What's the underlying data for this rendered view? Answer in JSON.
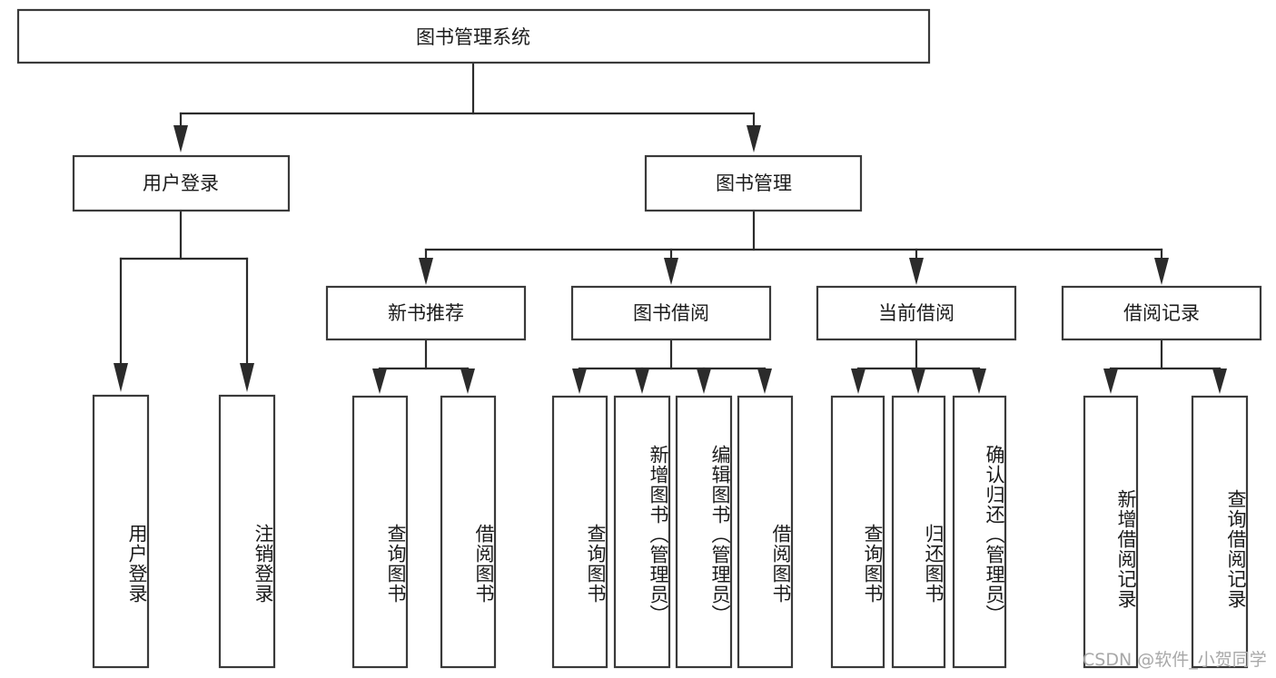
{
  "diagram": {
    "type": "tree",
    "title": "图书管理系统",
    "root": {
      "id": "root",
      "label": "图书管理系统"
    },
    "level2": [
      {
        "id": "user-login",
        "label": "用户登录"
      },
      {
        "id": "book-management",
        "label": "图书管理"
      }
    ],
    "level3": [
      {
        "id": "new-book-recommend",
        "label": "新书推荐",
        "parent": "book-management"
      },
      {
        "id": "book-borrow",
        "label": "图书借阅",
        "parent": "book-management"
      },
      {
        "id": "current-borrow",
        "label": "当前借阅",
        "parent": "book-management"
      },
      {
        "id": "borrow-record",
        "label": "借阅记录",
        "parent": "book-management"
      }
    ],
    "leaves": [
      {
        "id": "leaf-user-login",
        "label": "用户登录",
        "parent": "user-login"
      },
      {
        "id": "leaf-logout-login",
        "label": "注销登录",
        "parent": "user-login"
      },
      {
        "id": "leaf-query-book-1",
        "label": "查询图书",
        "parent": "new-book-recommend"
      },
      {
        "id": "leaf-borrow-book-1",
        "label": "借阅图书",
        "parent": "new-book-recommend"
      },
      {
        "id": "leaf-query-book-2",
        "label": "查询图书",
        "parent": "book-borrow"
      },
      {
        "id": "leaf-add-book",
        "label": "新增图书（管理员）",
        "parent": "book-borrow"
      },
      {
        "id": "leaf-edit-book",
        "label": "编辑图书（管理员）",
        "parent": "book-borrow"
      },
      {
        "id": "leaf-borrow-book-2",
        "label": "借阅图书",
        "parent": "book-borrow"
      },
      {
        "id": "leaf-query-book-3",
        "label": "查询图书",
        "parent": "current-borrow"
      },
      {
        "id": "leaf-return-book",
        "label": "归还图书",
        "parent": "current-borrow"
      },
      {
        "id": "leaf-confirm-return",
        "label": "确认归还（管理员）",
        "parent": "current-borrow"
      },
      {
        "id": "leaf-add-record",
        "label": "新增借阅记录",
        "parent": "borrow-record"
      },
      {
        "id": "leaf-query-record",
        "label": "查询借阅记录",
        "parent": "borrow-record"
      }
    ]
  },
  "watermark": {
    "text": "CSDN @软件_小贺同学"
  },
  "colors": {
    "box_stroke": "#3a3a3a",
    "connector": "#2b2b2b",
    "text": "#1b1b1b",
    "background": "#ffffff",
    "watermark": "#a8a8a8"
  }
}
